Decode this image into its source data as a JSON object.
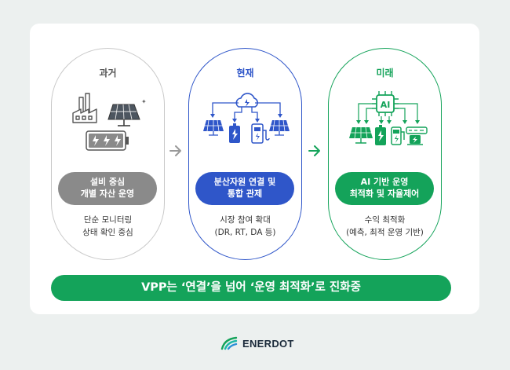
{
  "stages": [
    {
      "era": "과거",
      "badge_lines": [
        "설비 중심",
        "개별 자산 운영"
      ],
      "desc_lines": [
        "단순 모니터링",
        "상태 확인 중심"
      ]
    },
    {
      "era": "현재",
      "badge_lines": [
        "분산자원 연결 및",
        "통합 관제"
      ],
      "desc_lines": [
        "시장 참여 확대",
        "(DR, RT, DA 등)"
      ]
    },
    {
      "era": "미래",
      "badge_lines": [
        "AI 기반 운영",
        "최적화 및 자율제어"
      ],
      "desc_lines": [
        "수익 최적화",
        "(예측, 최적 운영 기반)"
      ],
      "chip_label": "AI"
    }
  ],
  "banner": "VPP는 ‘연결’을 넘어 ‘운영 최적화’로 진화중",
  "logo": {
    "text": "ENERDOT"
  },
  "icons": {
    "past": [
      "factory-icon",
      "solar-panel-icon",
      "battery-icon"
    ],
    "present": [
      "cloud-icon",
      "solar-panel-icon",
      "battery-icon",
      "ev-charger-icon"
    ],
    "future": [
      "ai-chip-icon",
      "solar-panel-icon",
      "battery-icon",
      "ev-charger-icon",
      "smart-meter-icon"
    ],
    "arrows": [
      "arrow-right-icon"
    ]
  },
  "colors": {
    "past": "#8a8a8a",
    "present": "#2f56c9",
    "future": "#14a35a",
    "background": "#ecf0ef"
  }
}
